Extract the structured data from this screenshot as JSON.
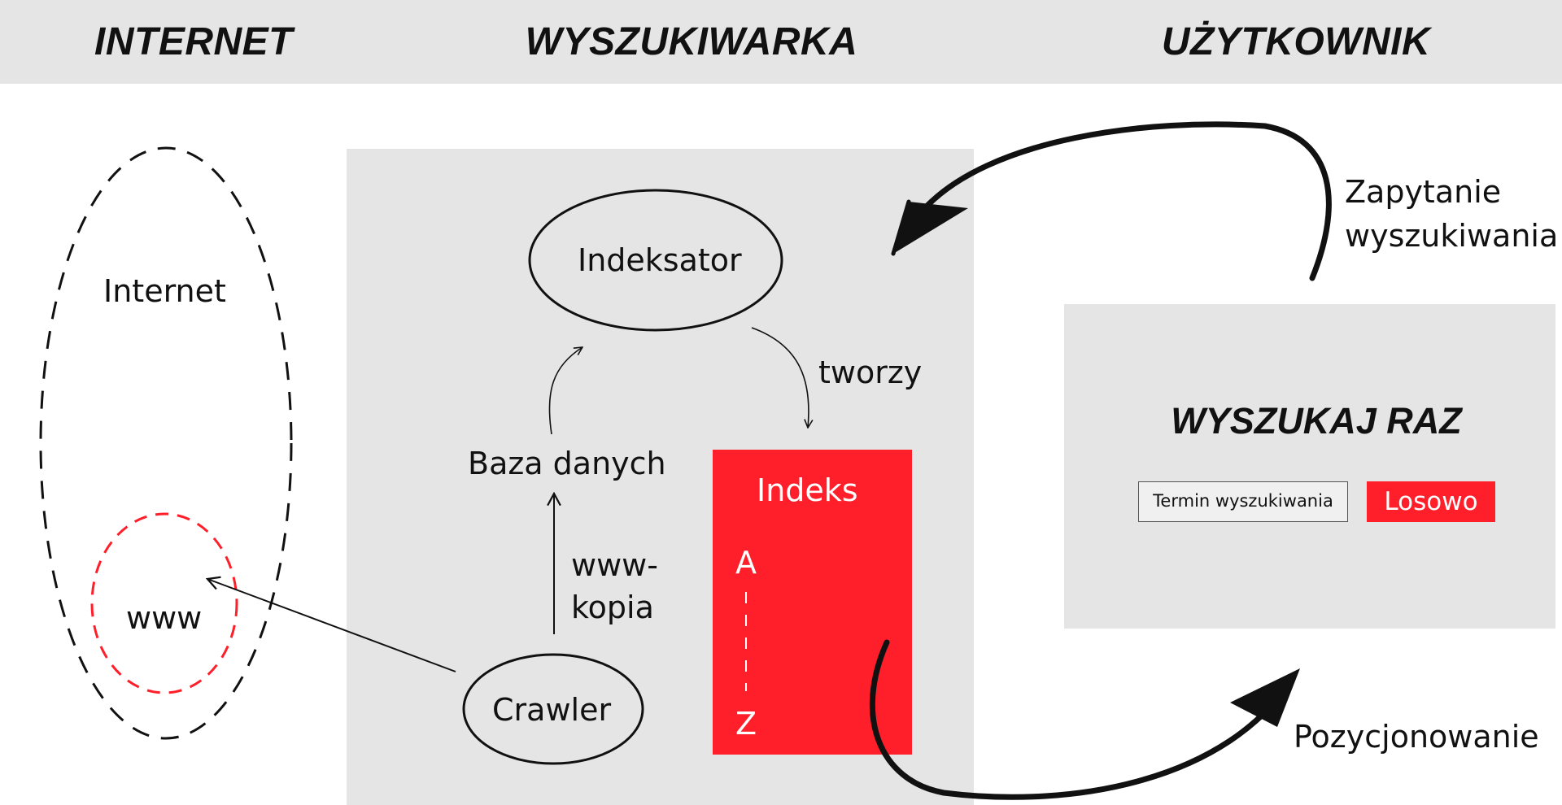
{
  "header": {
    "internet": "INTERNET",
    "engine": "WYSZUKIWARKA",
    "user": "UŻYTKOWNIK"
  },
  "internet": {
    "outer_label": "Internet",
    "inner_label": "www"
  },
  "engine": {
    "indexer": "Indeksator",
    "creates": "tworzy",
    "database": "Baza danych",
    "copy_line1": "www-",
    "copy_line2": "kopia",
    "crawler": "Crawler",
    "index_title": "Indeks",
    "index_from": "A",
    "index_to": "Z"
  },
  "user": {
    "query_line1": "Zapytanie",
    "query_line2": "wyszukiwania",
    "search_title": "WYSZUKAJ RAZ",
    "search_placeholder": "Termin wyszukiwania",
    "random_button": "Losowo",
    "ranking": "Pozycjonowanie"
  },
  "colors": {
    "accent_red": "#ff1f2a",
    "panel_gray": "#e5e5e5",
    "ink": "#111111"
  }
}
